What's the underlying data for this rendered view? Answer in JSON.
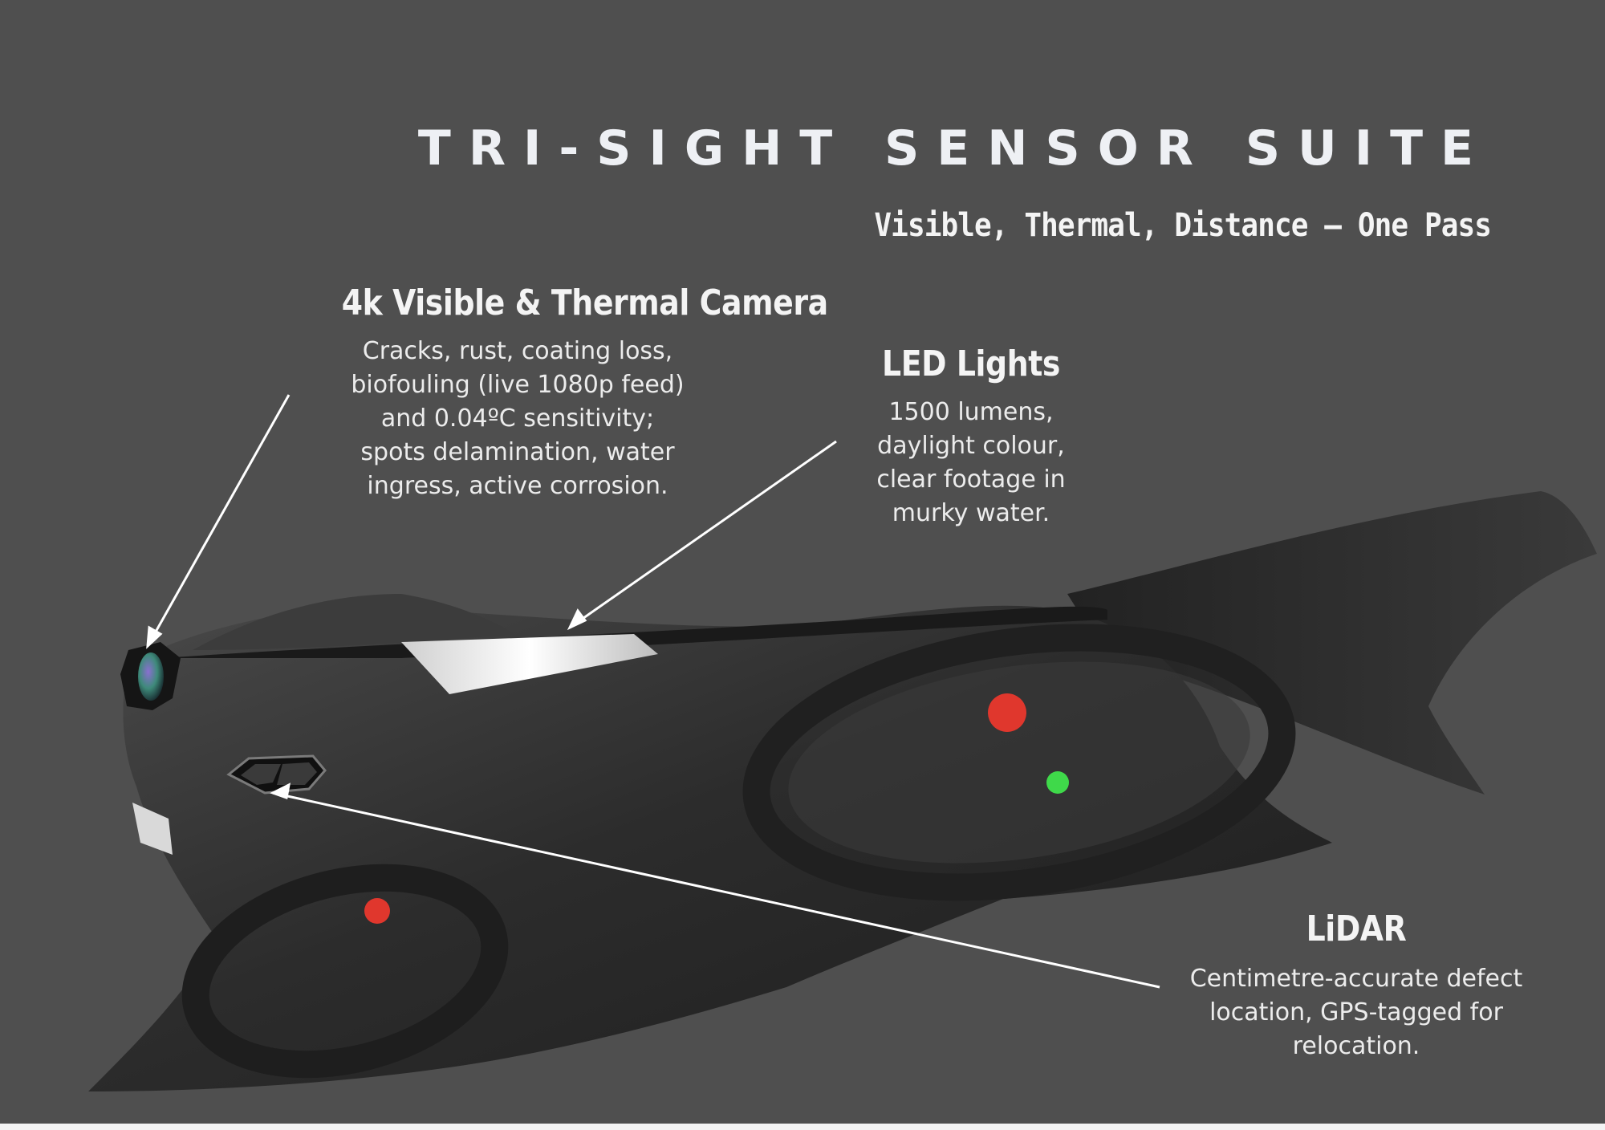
{
  "header": {
    "title": "TRI-SIGHT SENSOR SUITE",
    "subtitle": "Visible, Thermal, Distance – One Pass"
  },
  "callouts": {
    "camera": {
      "heading": "4k Visible & Thermal Camera",
      "lines": [
        "Cracks, rust, coating loss,",
        "biofouling (live 1080p feed)",
        "and 0.04ºC sensitivity;",
        "spots delamination, water",
        "ingress, active corrosion."
      ]
    },
    "led": {
      "heading": "LED Lights",
      "lines": [
        "1500 lumens,",
        "daylight colour,",
        "clear footage in",
        "murky water."
      ]
    },
    "lidar": {
      "heading": "LiDAR",
      "lines": [
        "Centimetre-accurate defect",
        "location, GPS-tagged for",
        "relocation."
      ]
    }
  },
  "colors": {
    "background": "#4f4f4f",
    "text": "#f2f2f2",
    "drone_body": "#2b2b2b",
    "rotor_red": "#e0372d",
    "status_green": "#3fd94a"
  }
}
